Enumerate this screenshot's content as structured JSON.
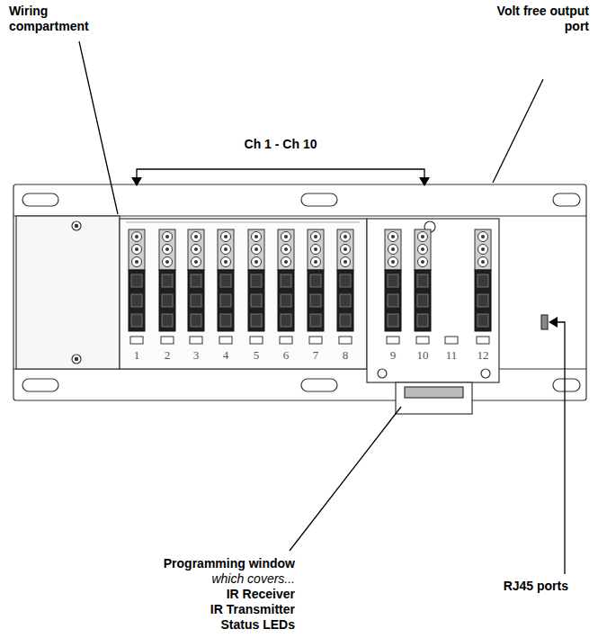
{
  "diagram": {
    "labels": [
      "Wiring compartment",
      "Volt free output port",
      "Ch 1 - Ch 10",
      "1",
      "2",
      "3",
      "4",
      "5",
      "6",
      "7",
      "8",
      "9",
      "10",
      "11",
      "12",
      "Programming window",
      "which covers...",
      "IR Receiver",
      "IR Transmitter",
      "Status LEDs",
      "RJ45 ports"
    ]
  }
}
